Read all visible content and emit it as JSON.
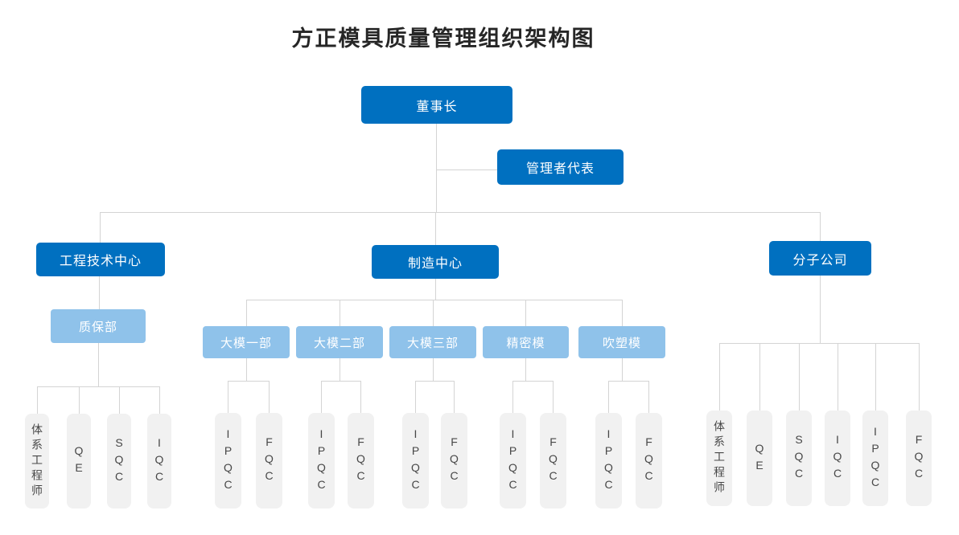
{
  "title": "方正模具质量管理组织架构图",
  "colors": {
    "primary_blue": "#0070c0",
    "light_blue": "#8fc2ea",
    "box_gray": "#f1f1f1",
    "line_gray": "#d4d4d4",
    "title_text": "#262626"
  },
  "org": {
    "chairman": "董事长",
    "management_rep": "管理者代表",
    "engineering_center": "工程技术中心",
    "manufacturing_center": "制造中心",
    "subsidiary": "分子公司",
    "qa_dept": "质保部",
    "qa_children": [
      "体系工程师",
      "QE",
      "SQC",
      "IQC"
    ],
    "mfg_depts": [
      {
        "label": "大模一部",
        "children": [
          "IPQC",
          "FQC"
        ]
      },
      {
        "label": "大模二部",
        "children": [
          "IPQC",
          "FQC"
        ]
      },
      {
        "label": "大模三部",
        "children": [
          "IPQC",
          "FQC"
        ]
      },
      {
        "label": "精密模",
        "children": [
          "IPQC",
          "FQC"
        ]
      },
      {
        "label": "吹塑模",
        "children": [
          "IPQC",
          "FQC"
        ]
      }
    ],
    "subsidiary_children": [
      "体系工程师",
      "QE",
      "SQC",
      "IQC",
      "IPQC",
      "FQC"
    ]
  }
}
